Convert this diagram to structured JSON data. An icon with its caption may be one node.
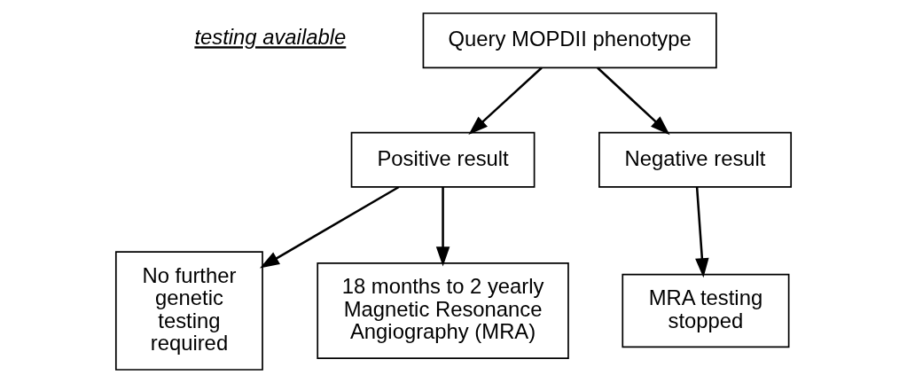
{
  "diagram": {
    "nodes": [
      {
        "text": [
          "Query MOPDII phenotype"
        ]
      },
      {
        "text": [
          "Positive result"
        ]
      },
      {
        "text": [
          "Negative result"
        ]
      },
      {
        "text": [
          "No further genetic testing required"
        ]
      },
      {
        "text": [
          "18 months to 2 yearly Magnetic Resonance Angiography (MRA)"
        ]
      },
      {
        "text": [
          "MRA testing stopped"
        ]
      }
    ],
    "edges": [
      {
        "from": 0,
        "to": 1,
        "arrow": "to"
      },
      {
        "from": 0,
        "to": 2,
        "arrow": "to"
      },
      {
        "from": 1,
        "to": 3,
        "arrow": "to"
      },
      {
        "from": 1,
        "to": 4,
        "arrow": "to"
      },
      {
        "from": 2,
        "to": 5,
        "arrow": "to"
      }
    ],
    "labels": [
      "testing available"
    ]
  }
}
